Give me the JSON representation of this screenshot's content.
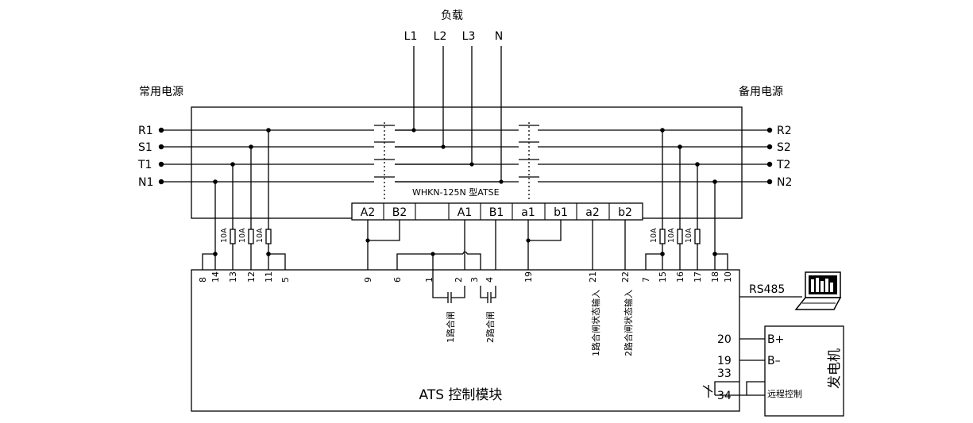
{
  "load": {
    "title": "负载",
    "lines": [
      "L1",
      "L2",
      "L3",
      "N"
    ]
  },
  "source_main": {
    "title": "常用电源",
    "phases": [
      "R1",
      "S1",
      "T1",
      "N1"
    ]
  },
  "source_backup": {
    "title": "备用电源",
    "phases": [
      "R2",
      "S2",
      "T2",
      "N2"
    ]
  },
  "switch": {
    "model": "WHKN-125N 型ATSE",
    "terminals": [
      "A2",
      "B2",
      "",
      "A1",
      "B1",
      "a1",
      "b1",
      "a2",
      "b2"
    ]
  },
  "fuse_label": "10A",
  "controller": {
    "title": "ATS 控制模块",
    "pins": [
      "8",
      "14",
      "13",
      "12",
      "11",
      "5",
      "9",
      "6",
      "1",
      "2",
      "3",
      "4",
      "19",
      "21",
      "22",
      "7",
      "15",
      "16",
      "17",
      "18",
      "10"
    ],
    "signals": {
      "close_1": "1路合闸",
      "close_2": "2路合闸",
      "status_1": "1路合闸状态输入",
      "status_2": "2路合闸状态输入"
    },
    "rs485": "RS485",
    "gen_pins": [
      "20",
      "19",
      "33",
      "34"
    ]
  },
  "generator": {
    "title": "发电机",
    "terms": [
      "B+",
      "B–"
    ],
    "remote": "远程控制"
  }
}
